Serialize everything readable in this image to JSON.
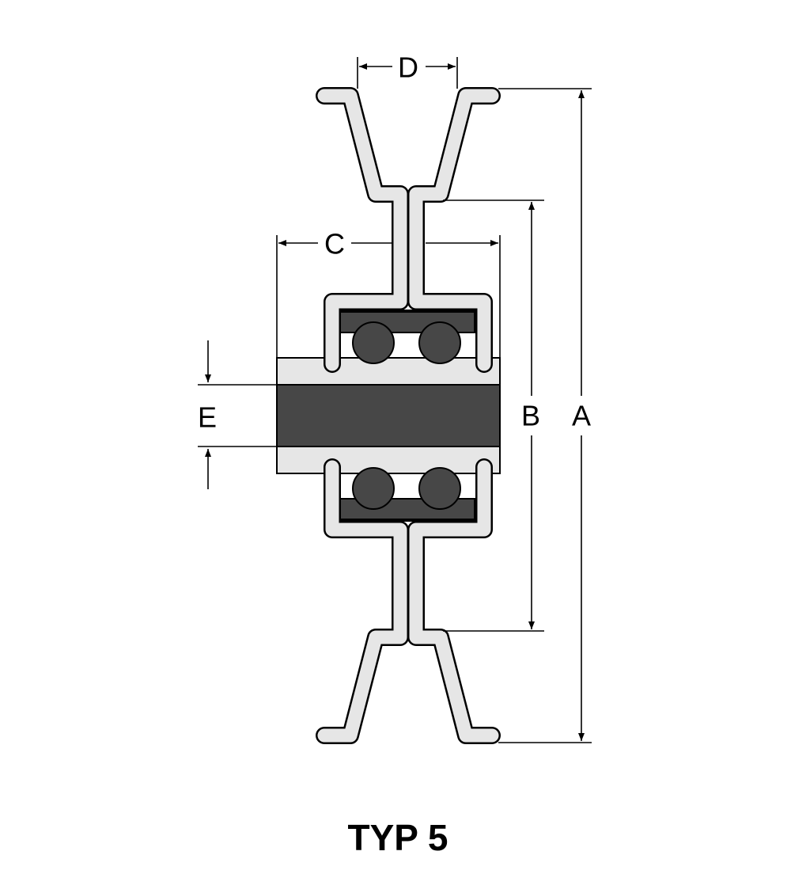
{
  "title": "TYP 5",
  "dimensions": {
    "A": "A",
    "B": "B",
    "C": "C",
    "D": "D",
    "E": "E"
  },
  "colors": {
    "sheet": "#e6e6e6",
    "dark": "#474747",
    "outline": "#000000"
  }
}
